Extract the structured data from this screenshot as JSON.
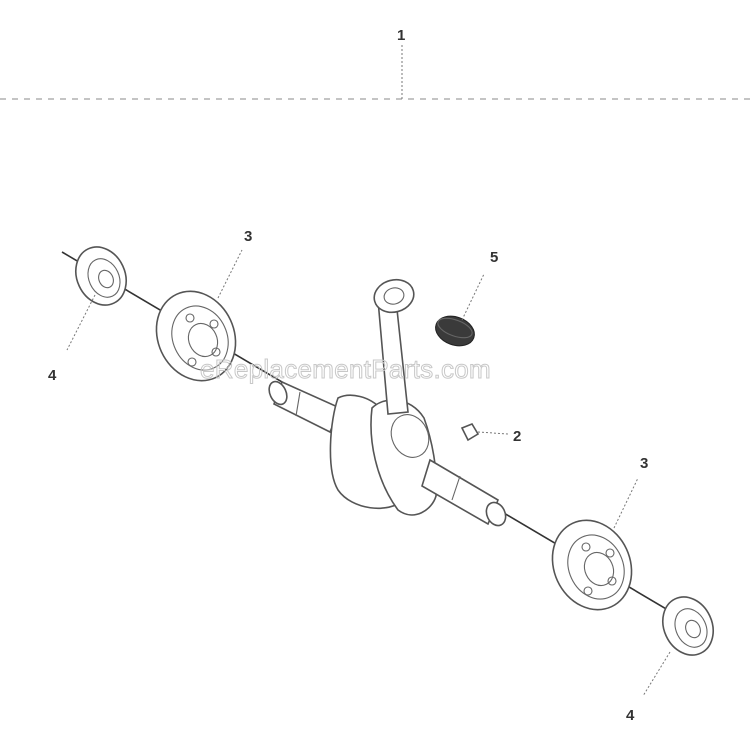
{
  "diagram": {
    "callouts": {
      "assembly": "1",
      "key": "2",
      "bearing_upper": "3",
      "bearing_lower": "3",
      "seal_upper": "4",
      "seal_lower": "4",
      "needle_bearing": "5"
    },
    "watermark": "eReplacementParts.com"
  }
}
